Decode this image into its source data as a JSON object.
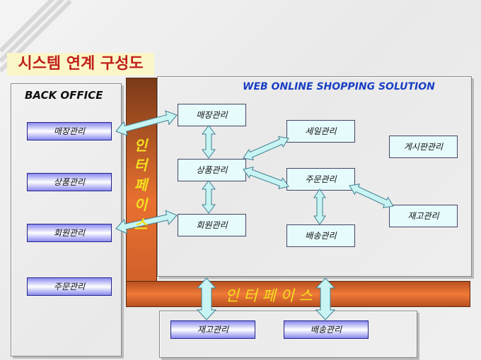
{
  "title": "시스템 연계 구성도",
  "back_office": {
    "title": "BACK OFFICE",
    "items": [
      "매장관리",
      "상품관리",
      "회원관리",
      "주문관리"
    ]
  },
  "web": {
    "title": "WEB ONLINE SHOPPING SOLUTION",
    "items": [
      "매장관리",
      "상품관리",
      "회원관리",
      "세일관리",
      "주문관리",
      "배송관리",
      "게시판관리",
      "재고관리"
    ]
  },
  "interface_vertical": [
    "인",
    "터",
    "페",
    "이",
    "스"
  ],
  "interface_horizontal": "인 터 페 이 스",
  "bottom": {
    "items": [
      "재고관리",
      "배송관리"
    ]
  },
  "colors": {
    "title": "#c0201a",
    "web_title": "#1a3fc4",
    "arrow": "#c8f4f4",
    "bar": "#e87030"
  }
}
